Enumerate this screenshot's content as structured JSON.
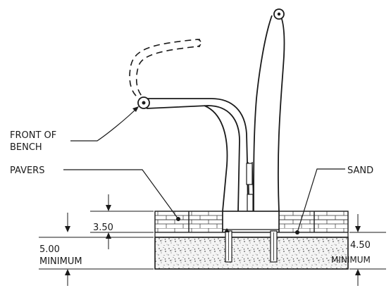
{
  "labels": {
    "front_of_bench_line1": "FRONT OF",
    "front_of_bench_line2": "BENCH",
    "pavers": "PAVERS",
    "sand": "SAND",
    "dim_pavers": "3.50",
    "dim_total": "5.00",
    "dim_total_note": "MINIMUM",
    "dim_right": "4.50",
    "dim_right_note": "MINIMUM"
  },
  "colors": {
    "ink": "#1a1a1a",
    "concrete_fill": "#f2f2f2",
    "paver_fill": "#ffffff"
  }
}
